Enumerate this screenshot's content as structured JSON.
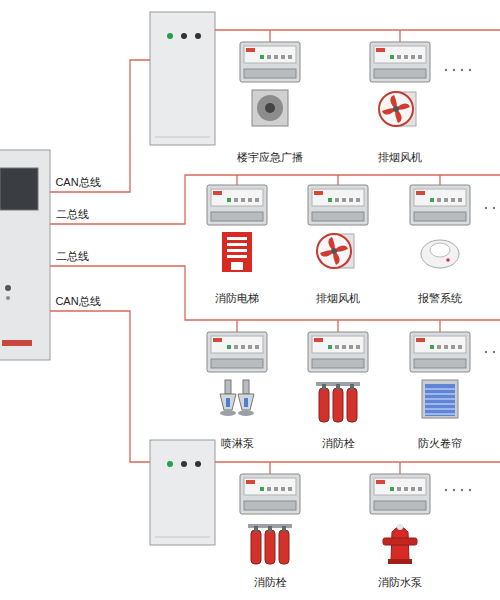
{
  "diagram": {
    "labels": [
      "CAN总线",
      "二总线",
      "二总线",
      "CAN总线",
      "楼宇应急广播",
      "排烟风机",
      "消防电梯",
      "排烟风机",
      "报警系统",
      "喷淋泵",
      "消防栓",
      "防火卷帘",
      "消防栓",
      "消防水泵"
    ]
  }
}
